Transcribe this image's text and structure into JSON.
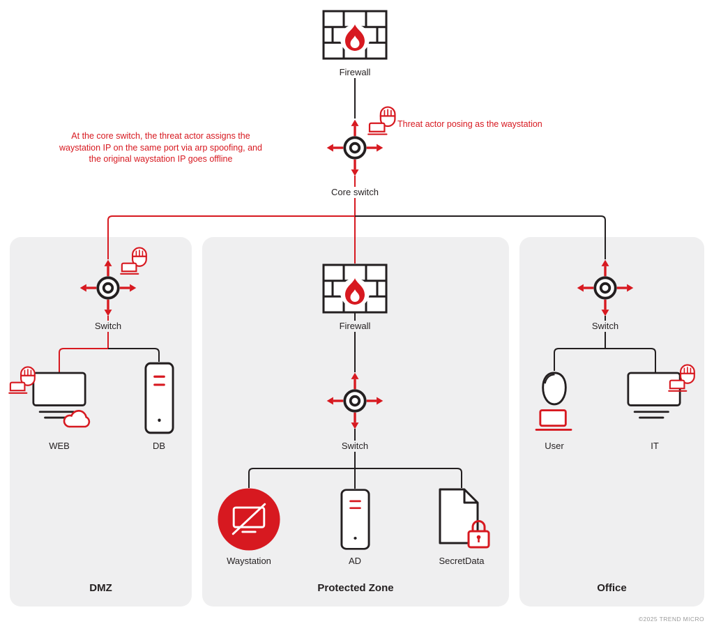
{
  "colors": {
    "red": "#d71920",
    "ink": "#231f20",
    "zone_bg": "#efeff0",
    "muted": "#9b9b9b"
  },
  "core": {
    "firewall_label": "Firewall",
    "switch_label": "Core switch",
    "threat_caption": "Threat actor posing as the waystation",
    "annotation": "At the core switch, the threat actor assigns the waystation IP on the same port via arp spoofing, and the original waystation IP goes offline"
  },
  "zones": {
    "dmz": {
      "title": "DMZ",
      "switch_label": "Switch",
      "web_label": "WEB",
      "db_label": "DB"
    },
    "protected": {
      "title": "Protected Zone",
      "firewall_label": "Firewall",
      "switch_label": "Switch",
      "waystation_label": "Waystation",
      "ad_label": "AD",
      "secret_label": "SecretData"
    },
    "office": {
      "title": "Office",
      "switch_label": "Switch",
      "user_label": "User",
      "it_label": "IT"
    }
  },
  "footer": {
    "copyright": "©2025 TREND MICRO"
  }
}
